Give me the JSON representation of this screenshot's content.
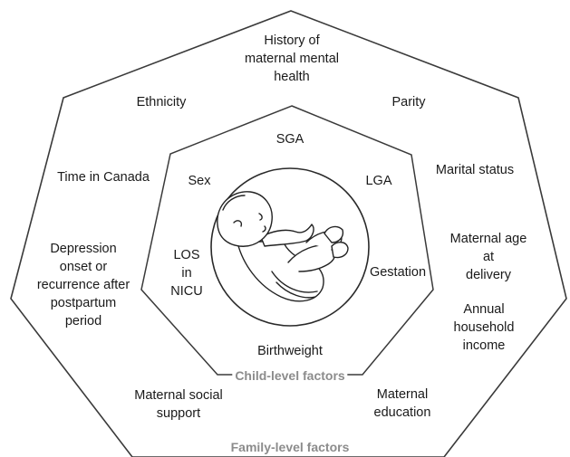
{
  "colors": {
    "outline": "#3a3a3a",
    "section_label": "#8c8c8c",
    "text": "#1a1a1a"
  },
  "icons": {
    "center": "baby-icon"
  },
  "family_level": {
    "title": "Family-level factors",
    "factors": {
      "history": "History of\nmaternal mental\nhealth",
      "ethnicity": "Ethnicity",
      "parity": "Parity",
      "time_in_canada": "Time in Canada",
      "marital_status": "Marital status",
      "depression": "Depression\nonset or\nrecurrence after\npostpartum\nperiod",
      "maternal_age": "Maternal age at\ndelivery",
      "household_income": "Annual household\nincome",
      "social_support": "Maternal social\nsupport",
      "education": "Maternal\neducation"
    }
  },
  "child_level": {
    "title": "Child-level factors",
    "factors": {
      "sga": "SGA",
      "sex": "Sex",
      "lga": "LGA",
      "los": "LOS\nin\nNICU",
      "gestation": "Gestation",
      "birthweight": "Birthweight"
    }
  }
}
